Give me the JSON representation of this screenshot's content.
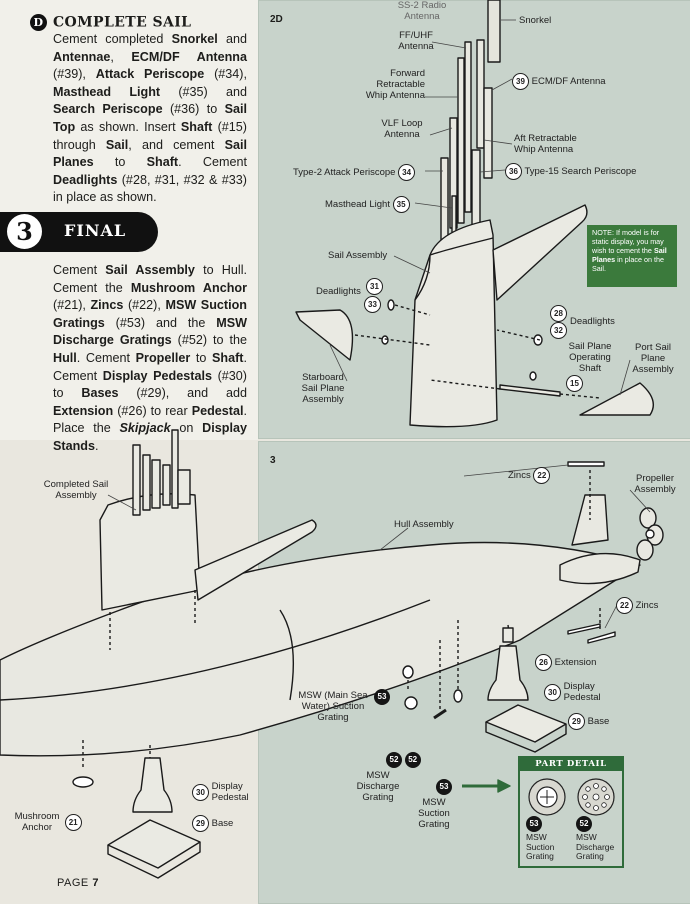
{
  "stepD": {
    "badge": "D",
    "title": "COMPLETE SAIL",
    "text": [
      "Cement completed ",
      "Snorkel",
      " and ",
      "Antennae",
      ", ",
      "ECM/DF Antenna",
      " (#39), ",
      "Attack Periscope",
      " (#34), ",
      "Masthead Light",
      " (#35) and ",
      "Search Periscope",
      " (#36) to ",
      "Sail Top",
      " as shown. Insert ",
      "Shaft",
      " (#15) through ",
      "Sail",
      ", and cement ",
      "Sail Planes",
      " to ",
      "Shaft",
      ". Cement ",
      "Deadlights",
      " (#28, #31, #32 & #33) in place as shown."
    ]
  },
  "step3": {
    "number": "3",
    "title": "FINAL",
    "text": [
      "Cement ",
      "Sail Assembly",
      " to Hull. Cement the ",
      "Mushroom Anchor",
      " (#21), ",
      "Zincs",
      " (#22), ",
      "MSW Suction Gratings",
      " (#53) and the ",
      "MSW Discharge Gratings",
      " (#52) to the ",
      "Hull",
      ". Cement ",
      "Propeller",
      " to ",
      "Shaft",
      ". Cement ",
      "Display Pedestals",
      " (#30) to ",
      "Bases",
      " (#29), and add ",
      "Extension",
      " (#26) to rear ",
      "Pedestal",
      ". Place the ",
      "Skipjack",
      " on ",
      "Display Stands",
      "."
    ]
  },
  "panel2d": {
    "tag": "2D",
    "labels": {
      "ss2": "SS-2 Radio Antenna",
      "snorkel": "Snorkel",
      "ffuhf": "FF/UHF Antenna",
      "fwdWhip": "Forward Retractable Whip Antenna",
      "ecm": "ECM/DF Antenna",
      "vlf": "VLF Loop Antenna",
      "aftWhip": "Aft Retractable Whip Antenna",
      "attack": "Type-2 Attack Periscope",
      "search": "Type-15 Search Periscope",
      "masthead": "Masthead Light",
      "sailAssembly": "Sail Assembly",
      "deadlightsLeft": "Deadlights",
      "deadlightsRight": "Deadlights",
      "stbdPlane": "Starboard Sail Plane Assembly",
      "opShaft": "Sail Plane Operating Shaft",
      "portPlane": "Port Sail Plane Assembly"
    },
    "nums": {
      "ecm": "39",
      "attack": "34",
      "search": "36",
      "masthead": "35",
      "d31": "31",
      "d33": "33",
      "d28": "28",
      "d32": "32",
      "shaft": "15"
    },
    "note": [
      "NOTE: If model is for static display, you may wish to cement the ",
      "Sail Planes",
      " in place on the Sail."
    ]
  },
  "panel3": {
    "tag": "3",
    "labels": {
      "completedSail": "Completed Sail Assembly",
      "hull": "Hull Assembly",
      "zincsTop": "Zincs",
      "zincsRight": "Zincs",
      "propeller": "Propeller Assembly",
      "extension": "Extension",
      "displayPedestalR": "Display Pedestal",
      "baseR": "Base",
      "msw53": "MSW (Main Sea Water) Suction Grating",
      "msw52": "MSW Discharge Grating",
      "msw53b": "MSW Suction Grating",
      "mushroom": "Mushroom Anchor",
      "displayPedestalL": "Display Pedestal",
      "baseL": "Base"
    },
    "nums": {
      "zincsTop": "22",
      "zincsRight": "22",
      "extension": "26",
      "pedestalR": "30",
      "baseR": "29",
      "msw53": "53",
      "msw52a": "52",
      "msw52b": "52",
      "msw53b": "53",
      "mushroom": "21",
      "pedestalL": "30",
      "baseL": "29"
    }
  },
  "partDetail": {
    "title": "PART DETAIL",
    "left": {
      "num": "53",
      "label": "MSW Suction Grating"
    },
    "right": {
      "num": "52",
      "label": "MSW Discharge Grating"
    }
  },
  "footer": {
    "prefix": "PAGE",
    "number": "7"
  },
  "colors": {
    "panel": "#c8d3cb",
    "accent": "#2f6b3a",
    "note": "#3b7a3c"
  }
}
